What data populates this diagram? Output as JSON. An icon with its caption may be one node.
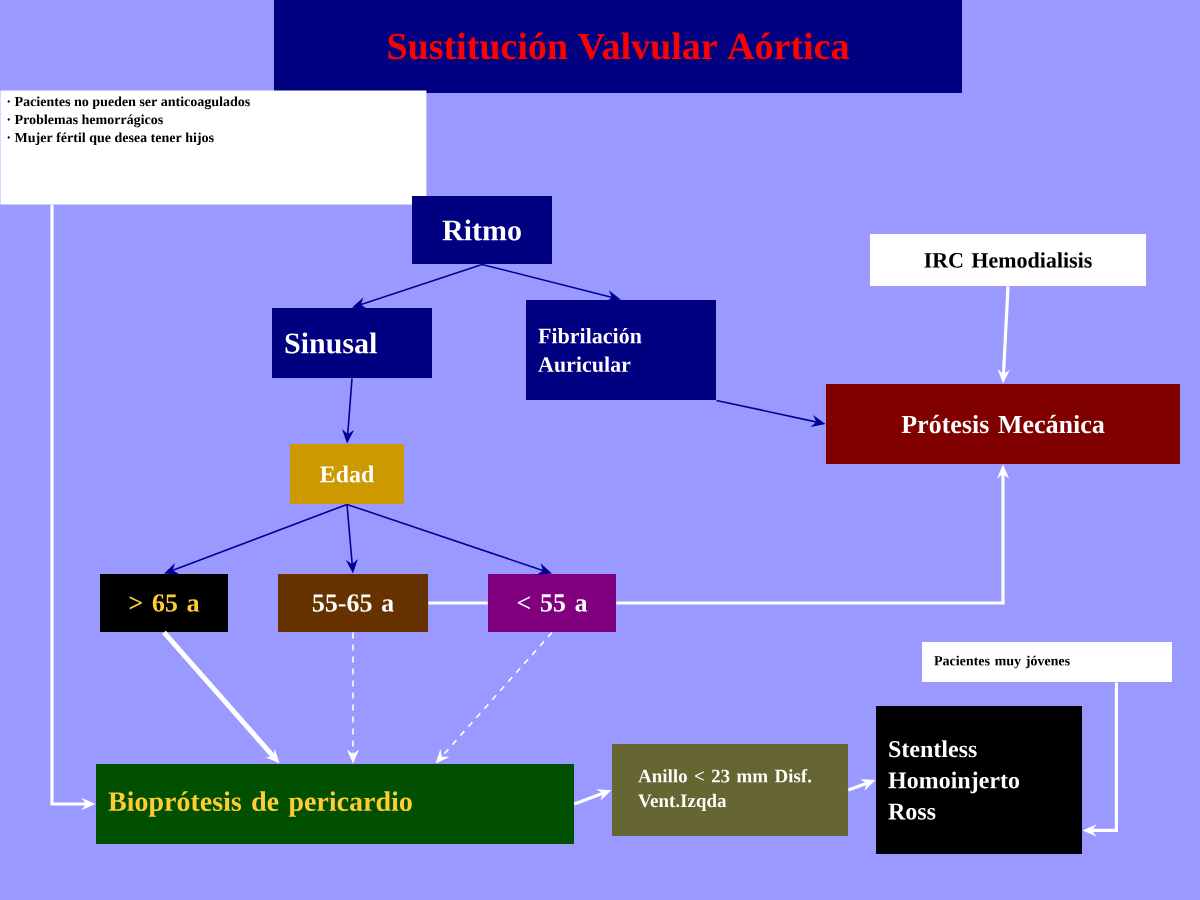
{
  "diagram": {
    "title": "Sustitución Valvular Aórtica",
    "nodes": [
      {
        "text": [
          "· Pacientes no pueden ser anticoagulados",
          "· Problemas hemorrágicos",
          "· Mujer fértil que desea tener hijos"
        ]
      },
      {
        "text": [
          "Ritmo"
        ]
      },
      {
        "text": [
          "Sinusal"
        ]
      },
      {
        "text": [
          "Fibrilación Auricular"
        ]
      },
      {
        "text": [
          "IRC Hemodialisis"
        ]
      },
      {
        "text": [
          "Prótesis Mecánica"
        ]
      },
      {
        "text": [
          "Edad"
        ]
      },
      {
        "text": [
          "> 65 a"
        ]
      },
      {
        "text": [
          "55-65 a"
        ]
      },
      {
        "text": [
          "< 55 a"
        ]
      },
      {
        "text": [
          "Bioprótesis de pericardio"
        ]
      },
      {
        "text": [
          "Anillo < 23 mm Disf. Vent.Izqda"
        ]
      },
      {
        "text": [
          "Pacientes muy jóvenes"
        ]
      },
      {
        "text": [
          "Stentless Homoinjerto Ross"
        ]
      }
    ],
    "edges": [
      {
        "from": 1,
        "to": 2,
        "arrow": "to",
        "color": "#000099"
      },
      {
        "from": 1,
        "to": 3,
        "arrow": "to",
        "color": "#000099"
      },
      {
        "from": 2,
        "to": 6,
        "arrow": "to",
        "color": "#000099"
      },
      {
        "from": 3,
        "to": 5,
        "arrow": "to",
        "color": "#000099"
      },
      {
        "from": 4,
        "to": 5,
        "arrow": "to"
      },
      {
        "from": 6,
        "to": 7,
        "arrow": "to",
        "color": "#000099"
      },
      {
        "from": 6,
        "to": 8,
        "arrow": "to",
        "color": "#000099"
      },
      {
        "from": 6,
        "to": 9,
        "arrow": "to",
        "color": "#000099"
      },
      {
        "from": 7,
        "to": 10,
        "arrow": "to",
        "style": "thick"
      },
      {
        "from": 8,
        "to": 10,
        "arrow": "to",
        "style": "dashed"
      },
      {
        "from": 9,
        "to": 10,
        "arrow": "to",
        "style": "dashed"
      },
      {
        "from": 8,
        "to": 9,
        "arrow": "none"
      },
      {
        "from": 9,
        "to": 5,
        "arrow": "to"
      },
      {
        "from": 0,
        "to": 10,
        "arrow": "to"
      },
      {
        "from": 10,
        "to": 11,
        "arrow": "to"
      },
      {
        "from": 11,
        "to": 13,
        "arrow": "to"
      },
      {
        "from": 12,
        "to": 13,
        "arrow": "to"
      }
    ]
  }
}
